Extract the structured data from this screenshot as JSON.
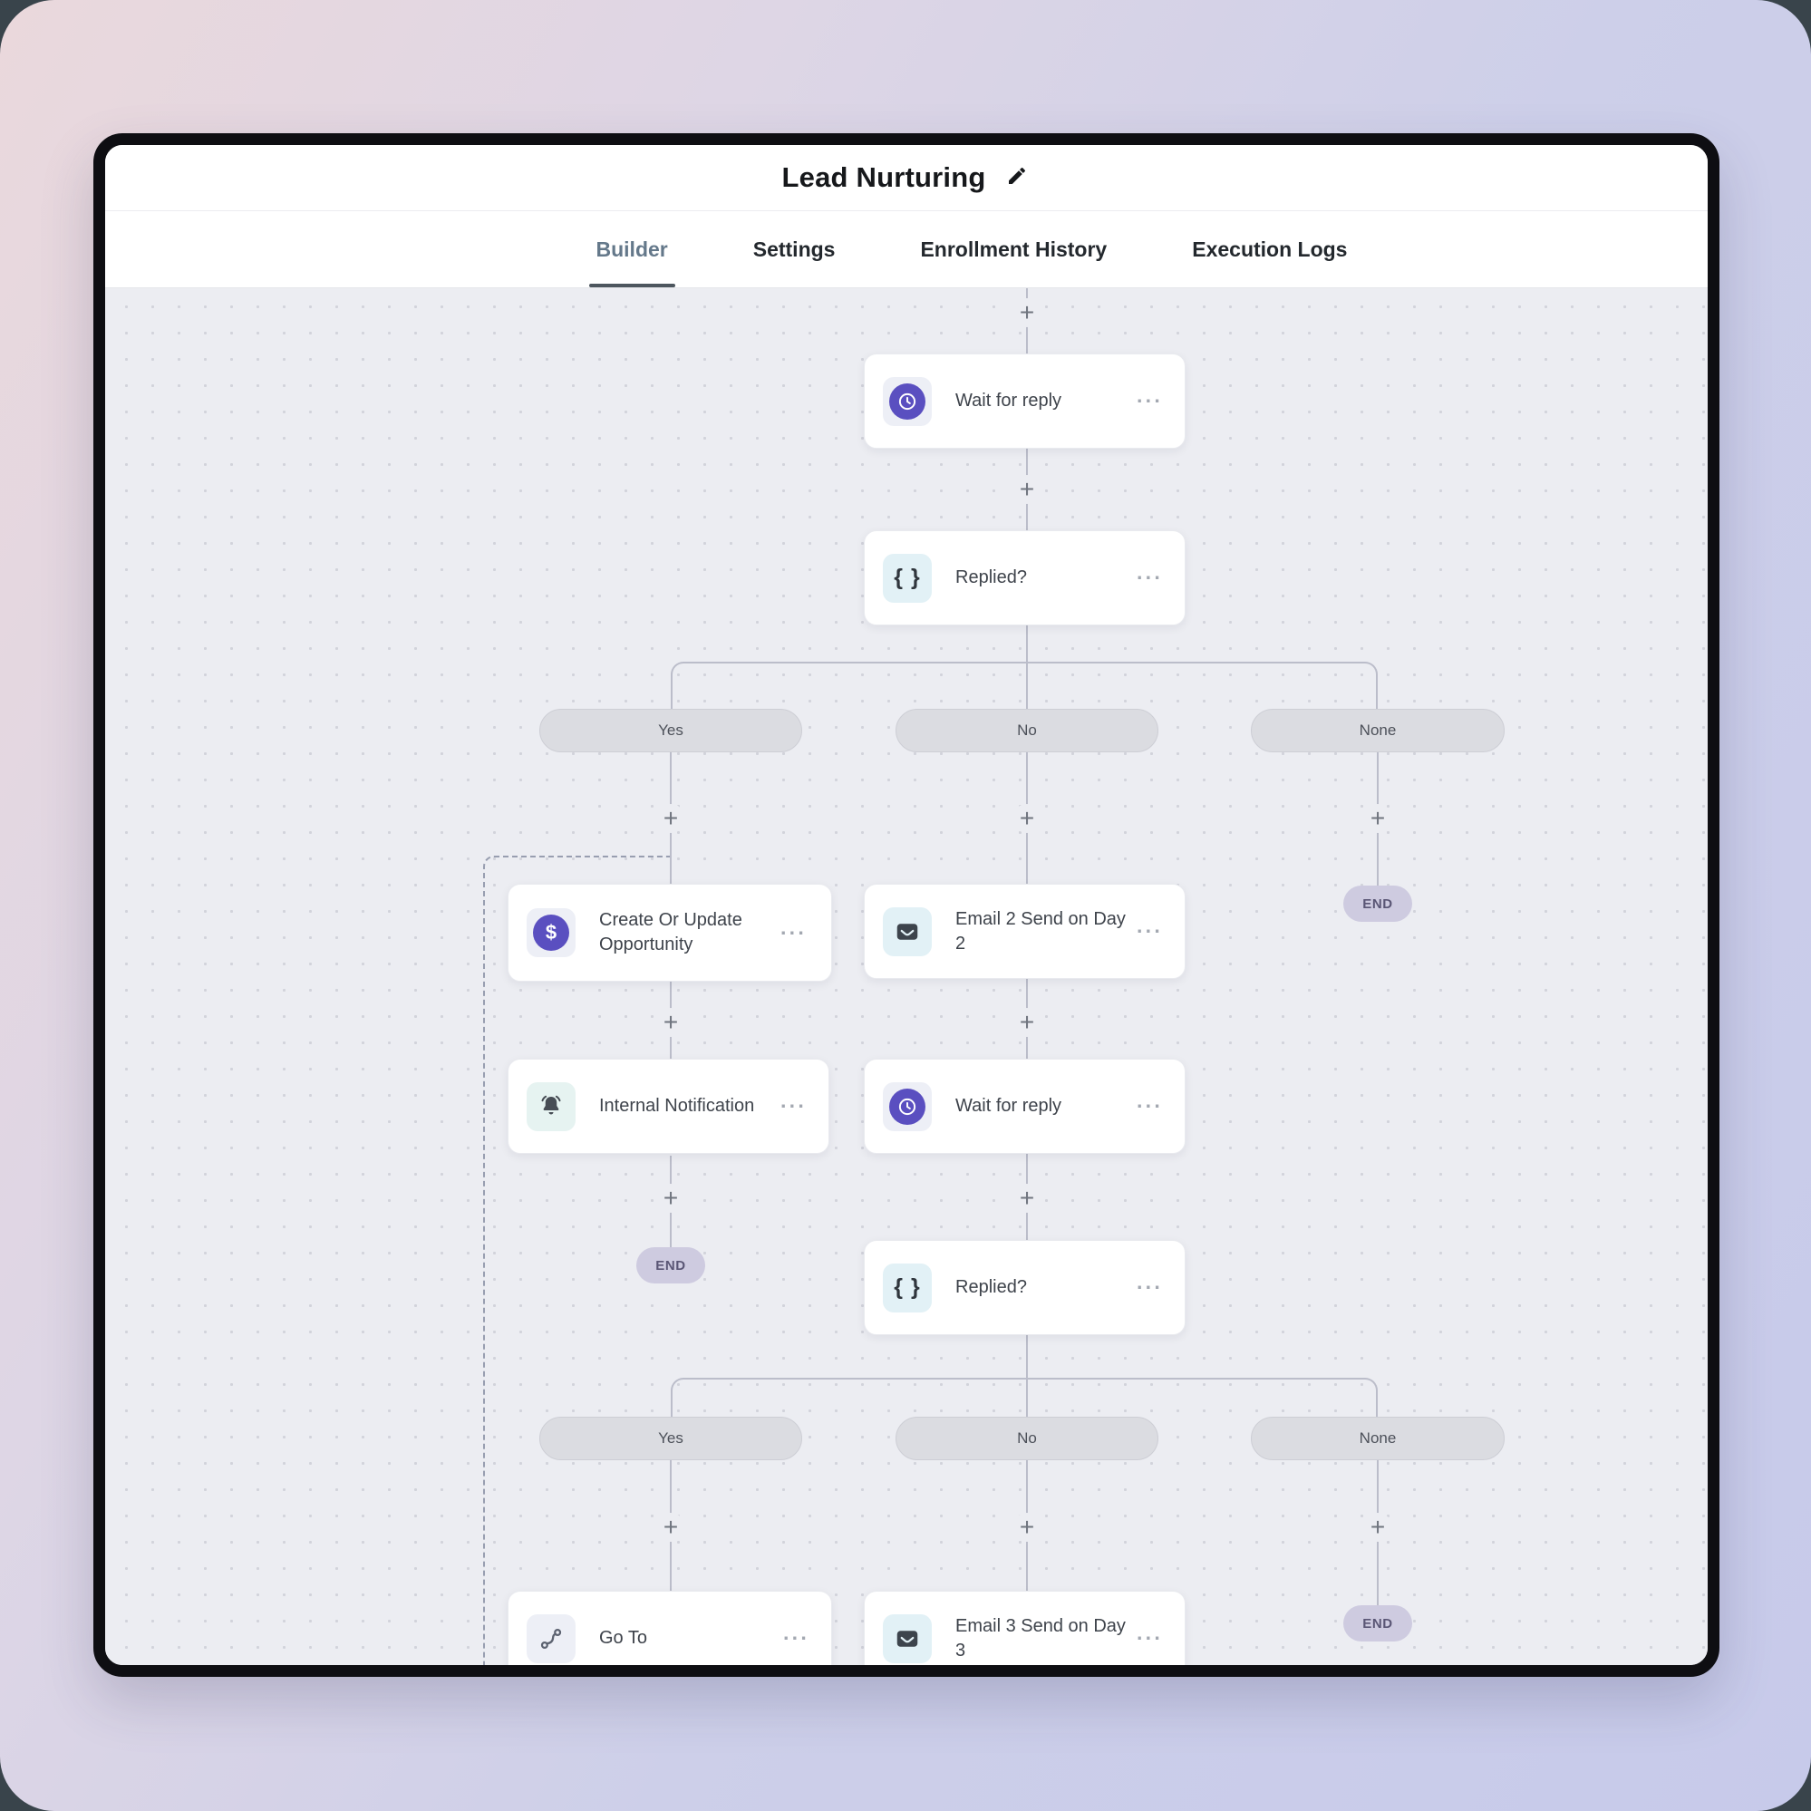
{
  "window": {
    "title": "Lead Nurturing"
  },
  "tabs": {
    "items": [
      "Builder",
      "Settings",
      "Enrollment History",
      "Execution Logs"
    ],
    "active": "Builder"
  },
  "canvas": {
    "plus_label": "+",
    "menu_label": "···",
    "end_label": "END",
    "branches1": [
      "Yes",
      "No",
      "None"
    ],
    "branches2": [
      "Yes",
      "No",
      "None"
    ],
    "nodes": {
      "wait1": {
        "label": "Wait for reply",
        "icon": "clock-icon"
      },
      "replied1": {
        "label": "Replied?",
        "icon": "condition-braces-icon"
      },
      "create_opportunity": {
        "label": "Create Or Update Opportunity",
        "icon": "opportunity-dollar-icon"
      },
      "email2": {
        "label": "Email 2 Send on Day 2",
        "icon": "email-icon"
      },
      "internal_notification": {
        "label": "Internal Notification",
        "icon": "bell-icon"
      },
      "wait2": {
        "label": "Wait for reply",
        "icon": "clock-icon"
      },
      "replied2": {
        "label": "Replied?",
        "icon": "condition-braces-icon"
      },
      "goto": {
        "label": "Go To",
        "icon": "goto-icon"
      },
      "email3": {
        "label": "Email 3 Send on Day 3",
        "icon": "email-icon"
      }
    }
  },
  "colors": {
    "accent_purple": "#5a4fc0",
    "canvas_bg": "#ecedf2",
    "frame": "#0e0e12",
    "pill_bg": "#dbdce1",
    "end_pill_bg": "#cecbe0",
    "connector": "#bbbdca"
  }
}
